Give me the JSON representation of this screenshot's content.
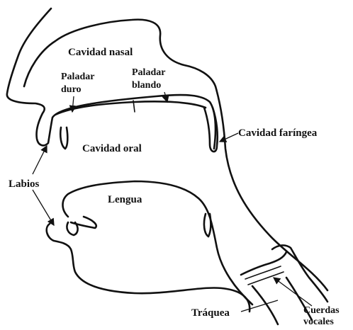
{
  "labels": {
    "cavidad_nasal": "Cavidad nasal",
    "paladar_duro_1": "Paladar",
    "paladar_duro_2": "duro",
    "paladar_blando_1": "Paladar",
    "paladar_blando_2": "blando",
    "cavidad_faringea": "Cavidad faríngea",
    "cavidad_oral": "Cavidad oral",
    "labios": "Labios",
    "lengua": "Lengua",
    "traquea": "Tráquea",
    "cuerdas_vocales_1": "Cuerdas",
    "cuerdas_vocales_2": "vocales"
  }
}
